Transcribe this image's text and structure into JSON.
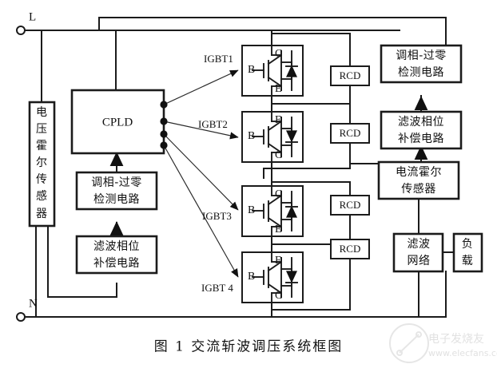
{
  "figure": {
    "caption": "图 1   交流斩波调压系统框图",
    "caption_number": "图 1",
    "caption_title": "交流斩波调压系统框图"
  },
  "terminals": {
    "line": "L",
    "neutral": "N"
  },
  "blocks": {
    "cpld": {
      "label": "CPLD"
    },
    "voltage_hall_sensor": {
      "label": "电压霍尔传感器",
      "chars": [
        "电",
        "压",
        "霍",
        "尔",
        "传",
        "感",
        "器"
      ]
    },
    "phase_zero_detect_left": {
      "line1": "调相-过零",
      "line2": "检测电路"
    },
    "filter_phase_comp_left": {
      "line1": "滤波相位",
      "line2": "补偿电路"
    },
    "phase_zero_detect_right": {
      "line1": "调相-过零",
      "line2": "检测电路"
    },
    "filter_phase_comp_right": {
      "line1": "滤波相位",
      "line2": "补偿电路"
    },
    "current_hall_sensor": {
      "line1": "电流霍尔",
      "line2": "传感器"
    },
    "filter_network": {
      "line1": "滤波",
      "line2": "网络"
    },
    "load": {
      "line1": "负",
      "line2": "载"
    }
  },
  "igbts": [
    {
      "label": "IGBT1",
      "top_pin": "C",
      "base_pin": "B",
      "bottom_pin": "E"
    },
    {
      "label": "IGBT2",
      "top_pin": "E",
      "base_pin": "B",
      "bottom_pin": "C"
    },
    {
      "label": "IGBT3",
      "top_pin": "C",
      "base_pin": "B",
      "bottom_pin": "E"
    },
    {
      "label": "IGBT 4",
      "top_pin": "E",
      "base_pin": "B",
      "bottom_pin": "C"
    }
  ],
  "snubbers": [
    {
      "label": "RCD"
    },
    {
      "label": "RCD"
    },
    {
      "label": "RCD"
    },
    {
      "label": "RCD"
    }
  ],
  "watermark": {
    "brand": "电子发烧友",
    "url": "www.elecfans.com"
  },
  "colors": {
    "ink": "#111111",
    "line": "#1b1b1b",
    "background": "#ffffff",
    "watermark": "#c9c9c9"
  }
}
